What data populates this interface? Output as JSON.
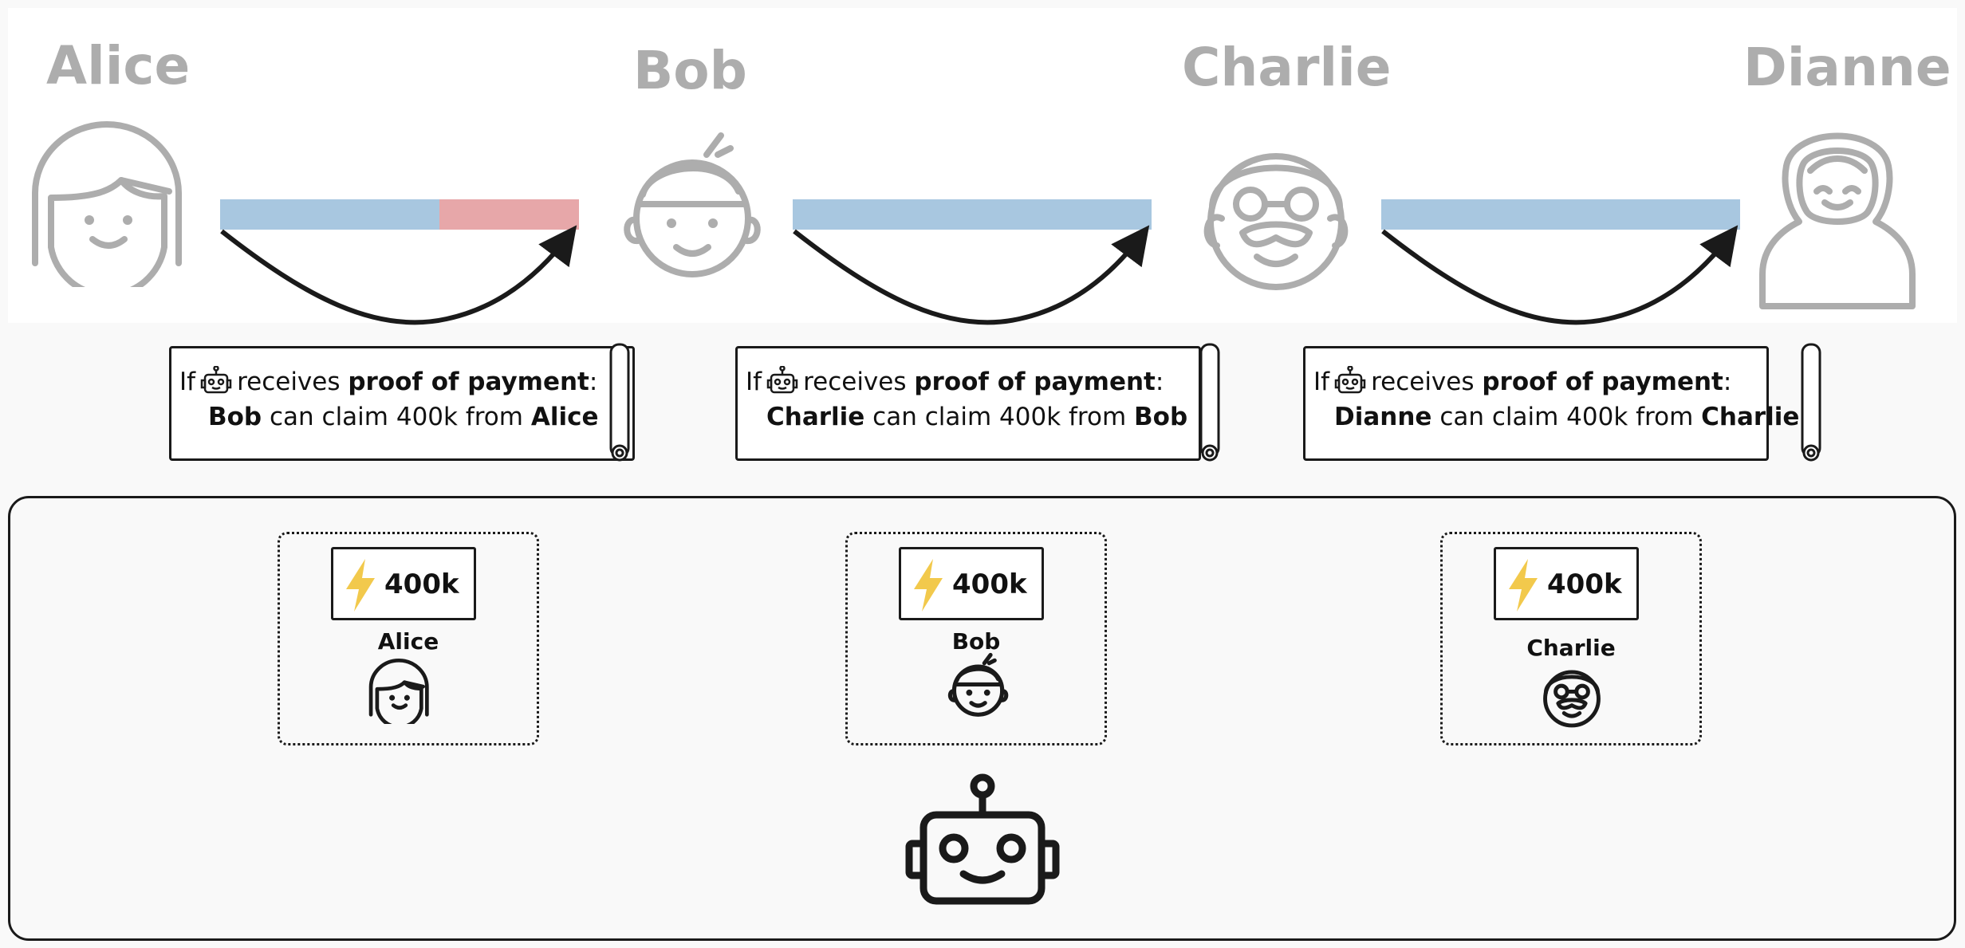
{
  "people": [
    "Alice",
    "Bob",
    "Charlie",
    "Dianne"
  ],
  "channels": [
    {
      "from": "Alice",
      "to": "Bob",
      "local_fraction": 0.61,
      "colors": {
        "local": "#a8c7e0",
        "remote": "#e7a7a9"
      }
    },
    {
      "from": "Bob",
      "to": "Charlie",
      "local_fraction": 1.0,
      "colors": {
        "local": "#a8c7e0"
      }
    },
    {
      "from": "Charlie",
      "to": "Dianne",
      "local_fraction": 1.0,
      "colors": {
        "local": "#a8c7e0"
      }
    }
  ],
  "contracts": [
    {
      "if": "If",
      "receives": "receives",
      "proof": "proof of payment",
      "colon": ":",
      "claimant": "Bob",
      "claim_text": "can claim 400k from",
      "payer": "Alice"
    },
    {
      "if": "If",
      "receives": "receives",
      "proof": "proof of payment",
      "colon": ":",
      "claimant": "Charlie",
      "claim_text": "can claim 400k from",
      "payer": "Bob"
    },
    {
      "if": "If",
      "receives": "receives",
      "proof": "proof of payment",
      "colon": ":",
      "claimant": "Dianne",
      "claim_text": "can claim 400k from",
      "payer": "Charlie"
    }
  ],
  "escrows": [
    {
      "amount": "400k",
      "owner": "Alice"
    },
    {
      "amount": "400k",
      "owner": "Bob"
    },
    {
      "amount": "400k",
      "owner": "Charlie"
    }
  ],
  "colors": {
    "name_gray": "#adadad",
    "bolt": "#f2c94c",
    "stroke": "#1a1a1a"
  },
  "icons": [
    "alice-avatar-icon",
    "bob-avatar-icon",
    "charlie-avatar-icon",
    "dianne-avatar-icon",
    "robot-icon",
    "lightning-icon",
    "scroll-icon",
    "arrow-icon"
  ]
}
